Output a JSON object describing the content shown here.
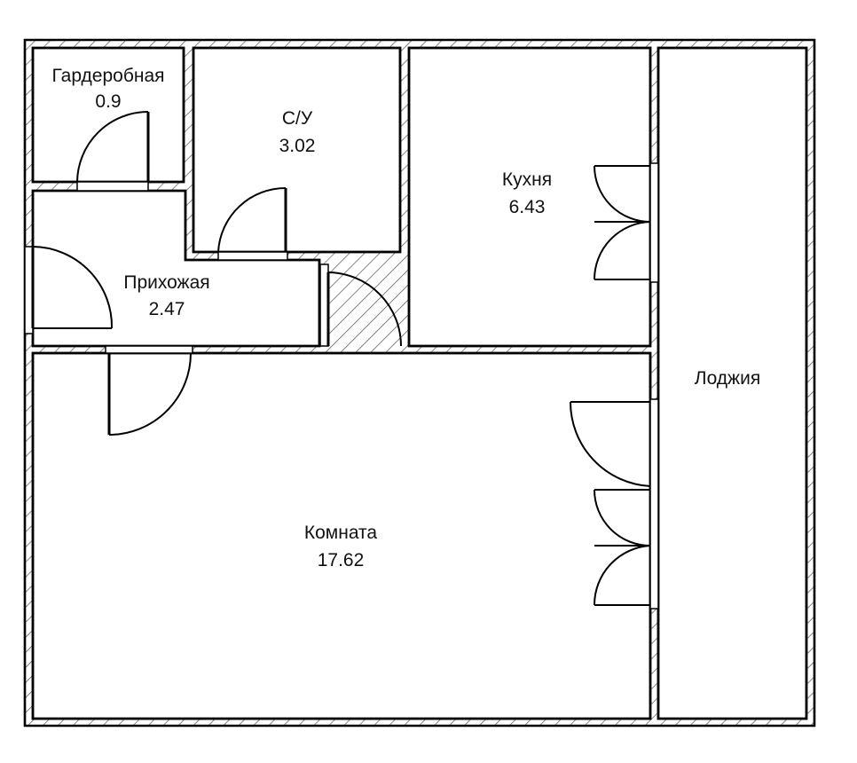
{
  "plan": {
    "rooms": [
      {
        "id": "wardrobe",
        "name": "Гардеробная",
        "area": "0.9"
      },
      {
        "id": "bathroom",
        "name": "С/У",
        "area": "3.02"
      },
      {
        "id": "kitchen",
        "name": "Кухня",
        "area": "6.43"
      },
      {
        "id": "hallway",
        "name": "Прихожая",
        "area": "2.47"
      },
      {
        "id": "room",
        "name": "Комната",
        "area": "17.62"
      },
      {
        "id": "loggia",
        "name": "Лоджия"
      }
    ],
    "colors": {
      "wall": "#000000",
      "hatch": "#555555",
      "background": "#ffffff"
    }
  }
}
